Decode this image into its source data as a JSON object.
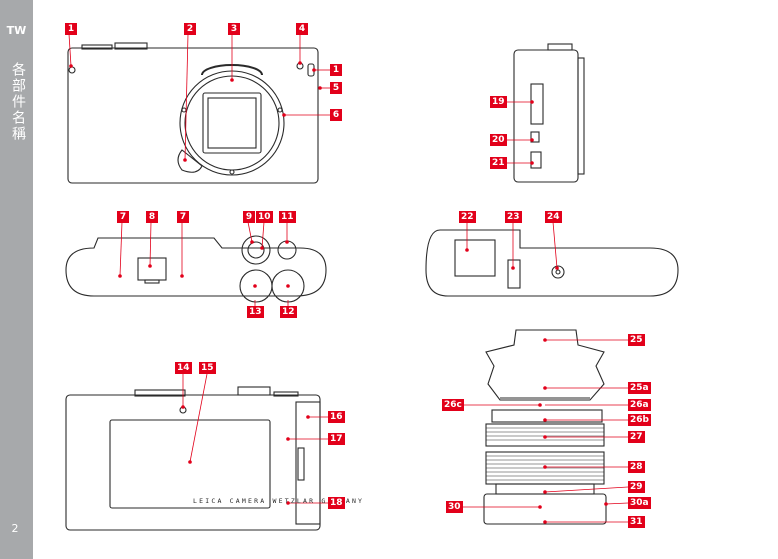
{
  "sidebar": {
    "language": "TW",
    "title": "各部件名稱",
    "page_number": "2"
  },
  "camera_back": {
    "engraving": "LEICA CAMERA WETZLAR GERMANY"
  },
  "labels": [
    "1",
    "2",
    "3",
    "4",
    "1",
    "5",
    "6",
    "7",
    "8",
    "7",
    "9",
    "10",
    "11",
    "12",
    "13",
    "14",
    "15",
    "16",
    "17",
    "18",
    "19",
    "20",
    "21",
    "22",
    "23",
    "24",
    "25",
    "25a",
    "26c",
    "26a",
    "26b",
    "27",
    "28",
    "29",
    "30",
    "30a",
    "31"
  ],
  "colors": {
    "accent": "#e2001a",
    "sidebar": "#a7a9ab",
    "line": "#2a2a2a"
  }
}
